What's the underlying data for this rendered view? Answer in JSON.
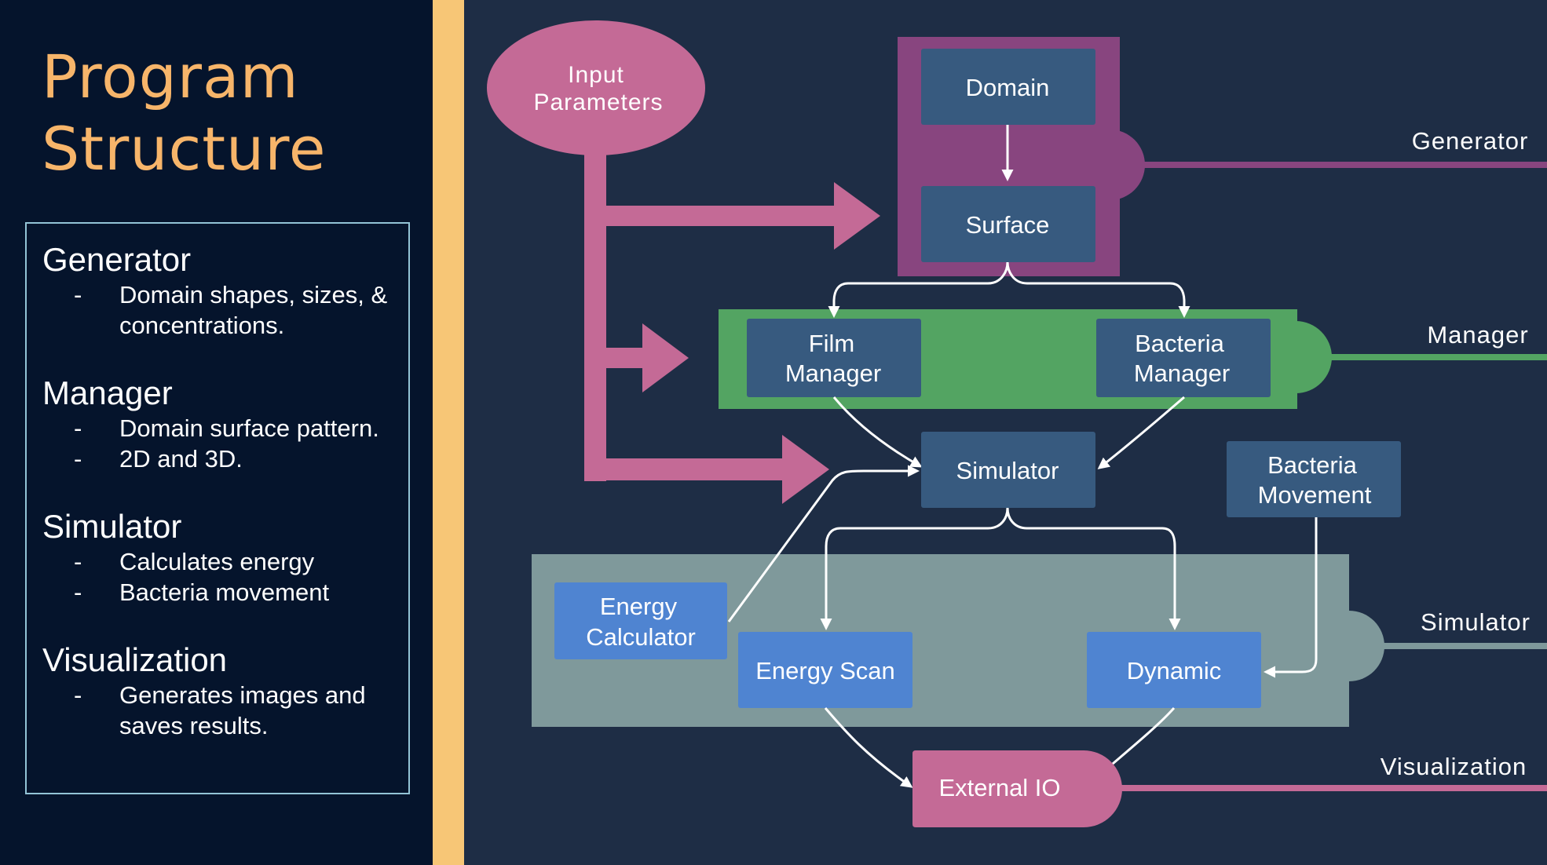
{
  "title": {
    "line1": "Program",
    "line2": "Structure"
  },
  "legend": [
    {
      "heading": "Generator",
      "items": [
        {
          "dash": "-",
          "lines": [
            "Domain shapes, sizes, &",
            "concentrations."
          ]
        }
      ]
    },
    {
      "heading": "Manager",
      "items": [
        {
          "dash": "-",
          "lines": [
            "Domain surface pattern."
          ]
        },
        {
          "dash": "-",
          "lines": [
            "2D and 3D."
          ]
        }
      ]
    },
    {
      "heading": "Simulator",
      "items": [
        {
          "dash": "-",
          "lines": [
            "Calculates energy"
          ]
        },
        {
          "dash": "-",
          "lines": [
            "Bacteria movement"
          ]
        }
      ]
    },
    {
      "heading": "Visualization",
      "items": [
        {
          "dash": "-",
          "lines": [
            "Generates images and",
            "saves results."
          ]
        }
      ]
    }
  ],
  "diagram": {
    "input_parameters": [
      "Input",
      "Parameters"
    ],
    "domain": "Domain",
    "surface": "Surface",
    "film_manager": [
      "Film",
      "Manager"
    ],
    "bacteria_manager": [
      "Bacteria",
      "Manager"
    ],
    "simulator": "Simulator",
    "bacteria_movement": [
      "Bacteria",
      "Movement"
    ],
    "energy_calculator": [
      "Energy",
      "Calculator"
    ],
    "energy_scan": "Energy Scan",
    "dynamic": "Dynamic",
    "external_io": "External IO",
    "lane_generator": "Generator",
    "lane_manager": "Manager",
    "lane_simulator": "Simulator",
    "lane_visualization": "Visualization"
  },
  "colors": {
    "background": "#1e2d45",
    "panel": "#05142c",
    "accent_stripe": "#f7c676",
    "title": "#f7b56a",
    "generator": "#88457f",
    "manager": "#53a462",
    "simulator": "#7f999b",
    "input": "#c46a96",
    "node": "#375a7f",
    "node_light": "#4f84d1"
  }
}
